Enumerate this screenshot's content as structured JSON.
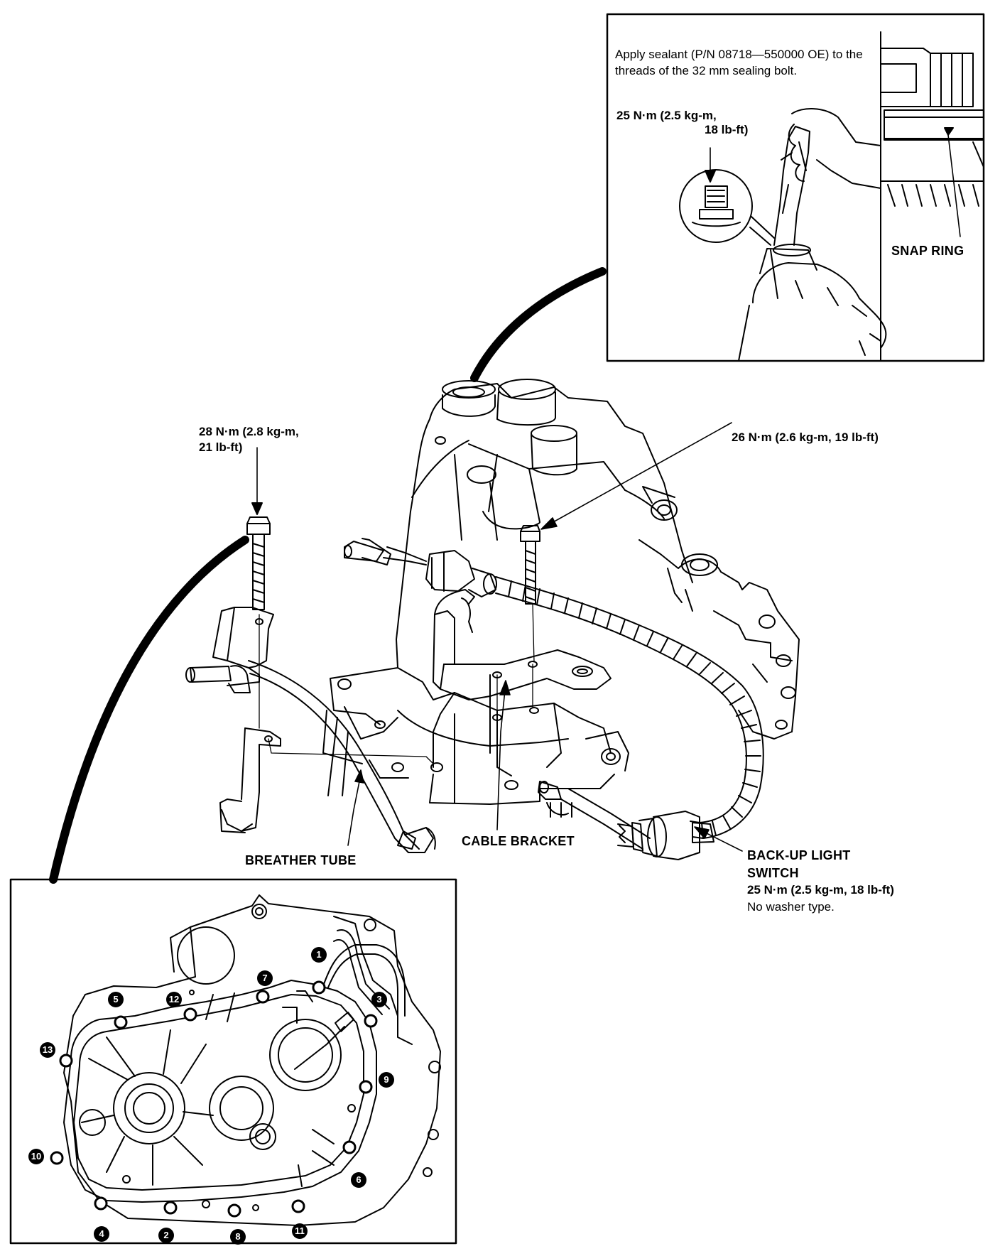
{
  "inset_top": {
    "sealant_note": "Apply sealant (P/N 08718—550000 OE) to the threads of the 32 mm sealing bolt.",
    "torque_line1": "25 N·m (2.5 kg-m,",
    "torque_line2": "18 lb-ft)",
    "snap_ring": "SNAP RING"
  },
  "main": {
    "bolt_left_torque_line1": "28 N·m (2.8 kg-m,",
    "bolt_left_torque_line2": "21 lb-ft)",
    "bolt_right_torque": "26 N·m (2.6 kg-m, 19 lb-ft)",
    "breather_tube": "BREATHER TUBE",
    "cable_bracket": "CABLE BRACKET",
    "backup_switch_line1": "BACK-UP LIGHT",
    "backup_switch_line2": "SWITCH",
    "backup_switch_torque": "25 N·m (2.5 kg-m, 18 lb-ft)",
    "backup_switch_note": "No washer type."
  },
  "inset_bottom": {
    "bolt_sequence": [
      "1",
      "2",
      "3",
      "4",
      "5",
      "6",
      "7",
      "8",
      "9",
      "10",
      "11",
      "12",
      "13"
    ]
  }
}
